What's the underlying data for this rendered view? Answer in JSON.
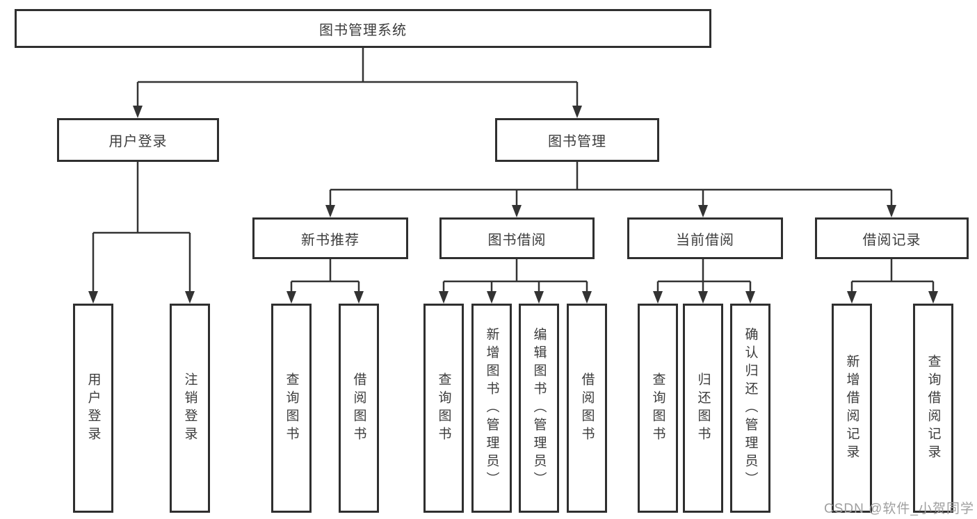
{
  "diagram": {
    "root": {
      "label": "图书管理系统"
    },
    "user_branch": {
      "label": "用户登录",
      "children": [
        {
          "label": "用户登录"
        },
        {
          "label": "注销登录"
        }
      ]
    },
    "book_branch": {
      "label": "图书管理",
      "groups": [
        {
          "label": "新书推荐",
          "children": [
            {
              "label": "查询图书"
            },
            {
              "label": "借阅图书"
            }
          ]
        },
        {
          "label": "图书借阅",
          "children": [
            {
              "label": "查询图书"
            },
            {
              "label": "新增图书（管理员）"
            },
            {
              "label": "编辑图书（管理员）"
            },
            {
              "label": "借阅图书"
            }
          ]
        },
        {
          "label": "当前借阅",
          "children": [
            {
              "label": "查询图书"
            },
            {
              "label": "归还图书"
            },
            {
              "label": "确认归还（管理员）"
            }
          ]
        },
        {
          "label": "借阅记录",
          "children": [
            {
              "label": "新增借阅记录"
            },
            {
              "label": "查询借阅记录"
            }
          ]
        }
      ]
    },
    "watermark": "CSDN @软件_小贺同学",
    "colors": {
      "line": "#333333",
      "box_border": "#2f2f2f",
      "text": "#3c3c3c",
      "watermark": "#9f9f9f",
      "background": "#ffffff"
    }
  }
}
